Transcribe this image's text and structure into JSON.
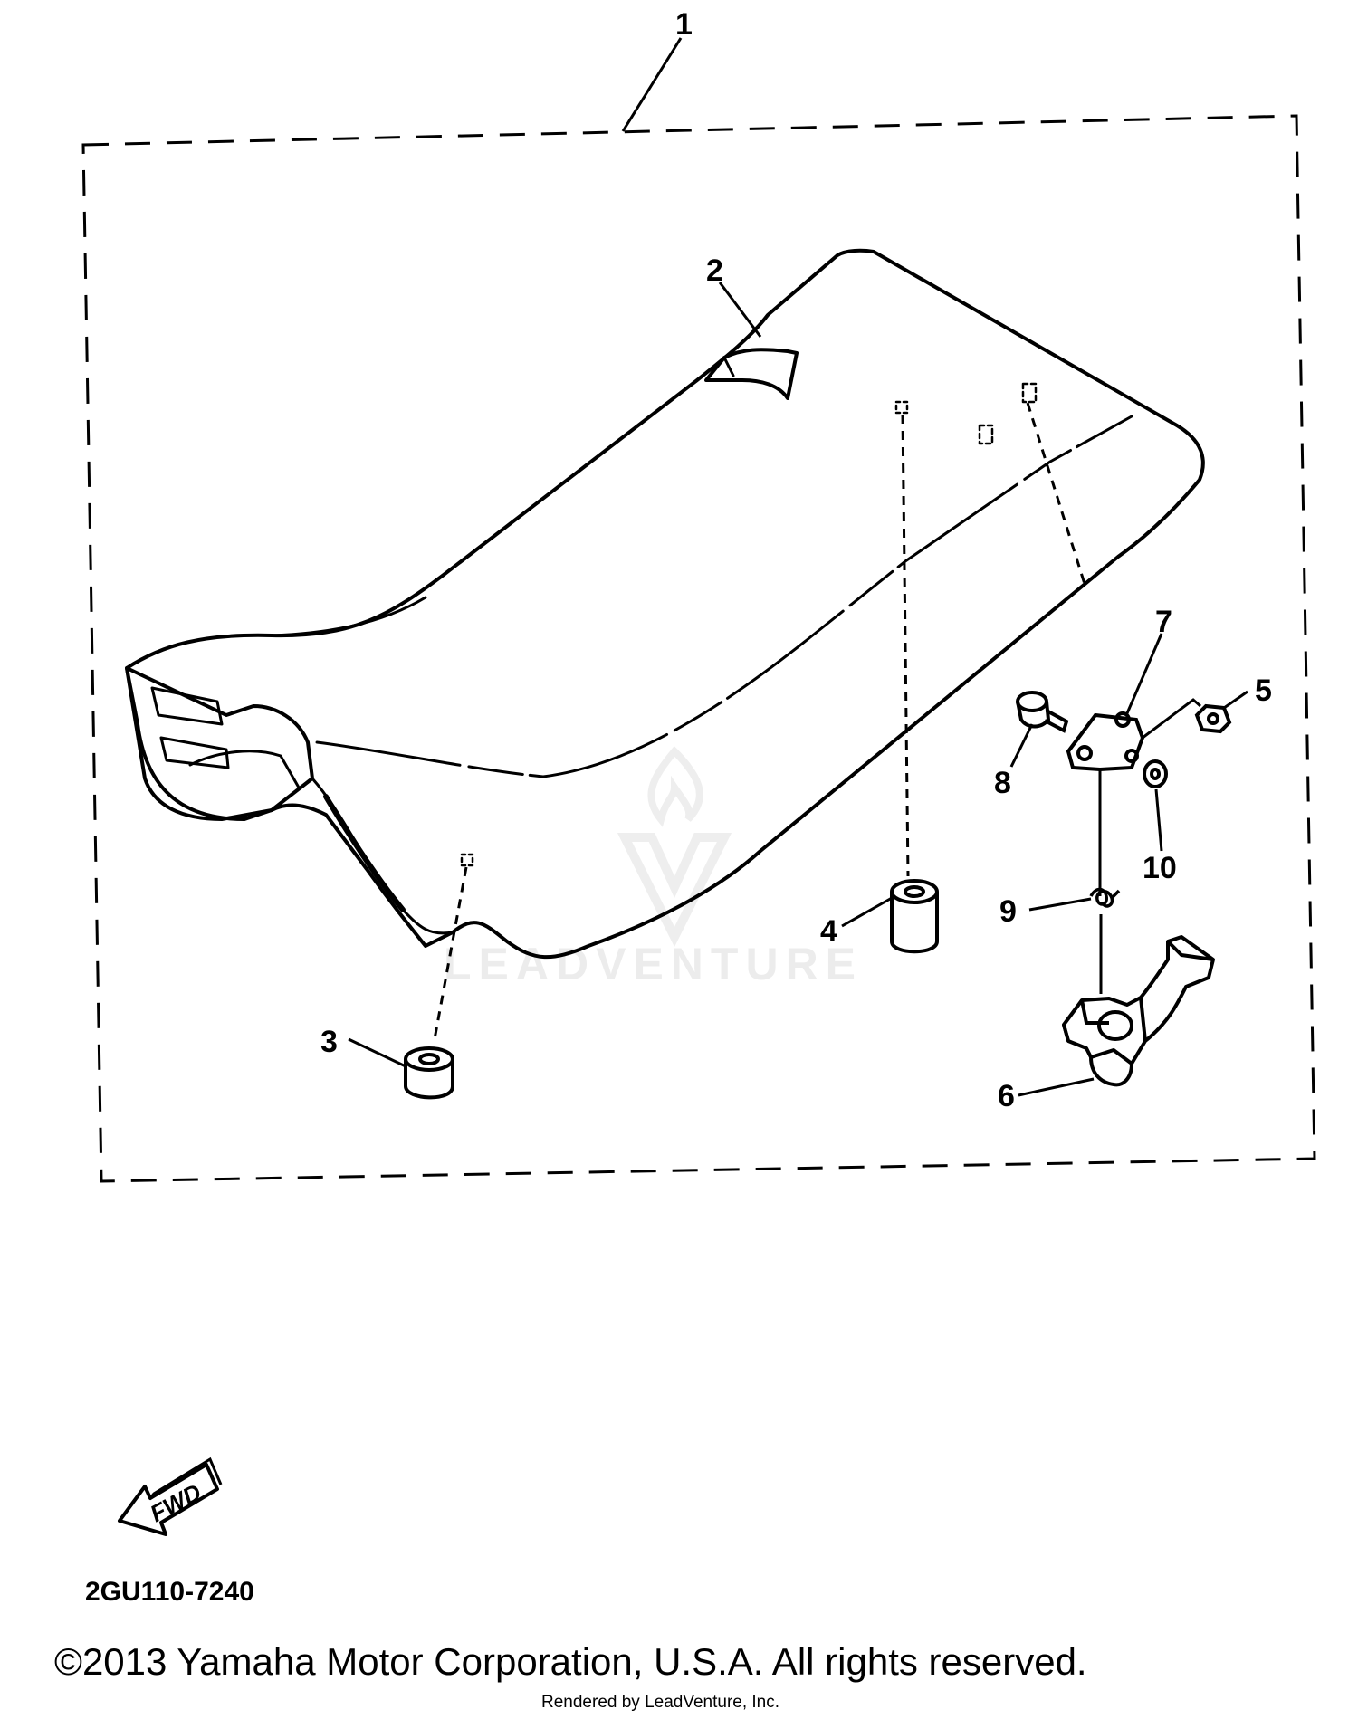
{
  "diagram": {
    "callouts": [
      {
        "id": "1",
        "label": "1"
      },
      {
        "id": "2",
        "label": "2"
      },
      {
        "id": "3",
        "label": "3"
      },
      {
        "id": "4",
        "label": "4"
      },
      {
        "id": "5",
        "label": "5"
      },
      {
        "id": "6",
        "label": "6"
      },
      {
        "id": "7",
        "label": "7"
      },
      {
        "id": "8",
        "label": "8"
      },
      {
        "id": "9",
        "label": "9"
      },
      {
        "id": "10",
        "label": "10"
      }
    ],
    "fwd_label": "FWD",
    "diagram_code": "2GU110-7240"
  },
  "watermark": {
    "text": "LEADVENTURE"
  },
  "footer": {
    "copyright": "©2013 Yamaha Motor Corporation, U.S.A. All rights reserved.",
    "rendered_by": "Rendered by LeadVenture, Inc."
  },
  "colors": {
    "line": "#000000",
    "background": "#ffffff",
    "watermark": "#ececec"
  }
}
